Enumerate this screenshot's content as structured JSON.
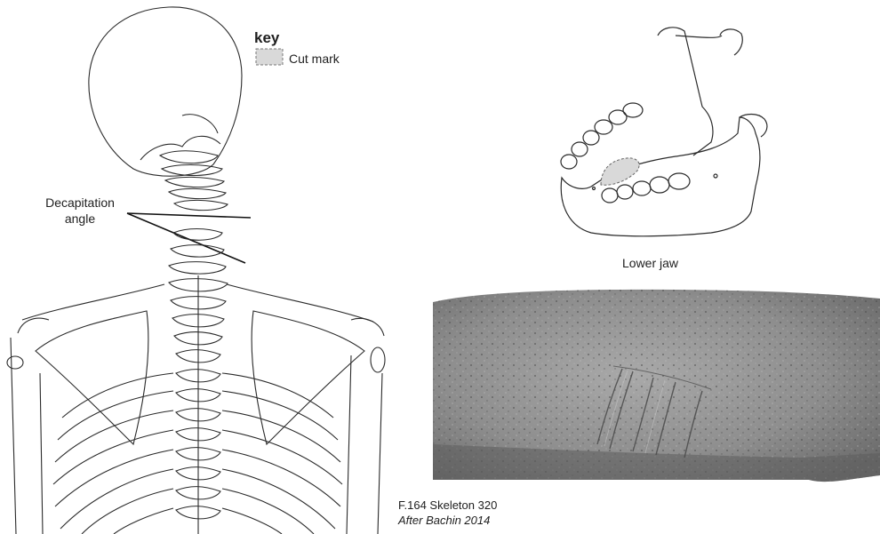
{
  "key": {
    "title": "key",
    "swatch_label": "Cut mark",
    "swatch_fill": "#d9d9d9",
    "swatch_stroke": "#777777"
  },
  "labels": {
    "decapitation_line1": "Decapitation",
    "decapitation_line2": "angle",
    "lower_jaw": "Lower jaw"
  },
  "credit": {
    "line1": "F.164 Skeleton 320",
    "line2": "After Bachin 2014"
  },
  "colors": {
    "line_art": "#2a2a2a",
    "photo_bone": "#8c8c8c"
  }
}
